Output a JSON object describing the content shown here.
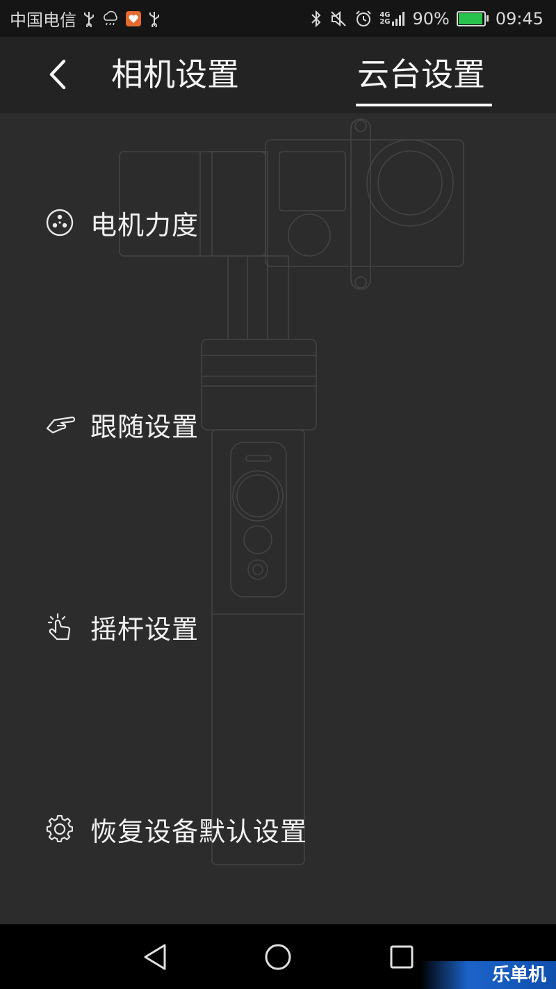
{
  "status_bar": {
    "carrier": "中国电信",
    "net_top": "4G",
    "net_bottom": "2G",
    "battery_percent": "90%",
    "battery_level": 0.9,
    "time": "09:45"
  },
  "header": {
    "tabs": [
      {
        "label": "相机设置"
      },
      {
        "label": "云台设置"
      }
    ],
    "active_tab": 1
  },
  "menu": {
    "items": [
      {
        "label": "电机力度",
        "icon": "motor-icon"
      },
      {
        "label": "跟随设置",
        "icon": "follow-hand-icon"
      },
      {
        "label": "摇杆设置",
        "icon": "tap-hand-icon"
      },
      {
        "label": "恢复设备默认设置",
        "icon": "gear-icon"
      }
    ]
  },
  "watermark": "乐单机",
  "colors": {
    "background": "#2c2c2c",
    "header": "#232323",
    "statusbar": "#151515",
    "battery_fill": "#27c24c"
  }
}
